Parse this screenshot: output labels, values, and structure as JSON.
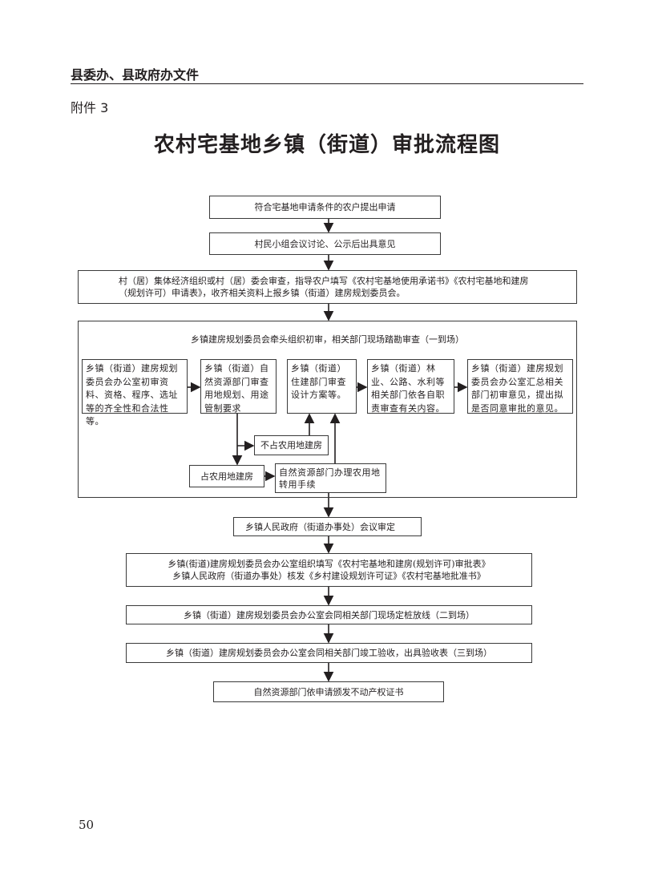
{
  "header": {
    "text": "县委办、县政府办文件"
  },
  "attachment_label": "附件 3",
  "title": "农村宅基地乡镇（街道）审批流程图",
  "flow": {
    "step1": "符合宅基地申请条件的农户提出申请",
    "step2": "村民小组会议讨论、公示后出具意见",
    "step3": "村（居）集体经济组织或村（居）委会审查，指导农户填写《农村宅基地使用承诺书》《农村宅基地和建房（规划许可）申请表》，收齐相关资料上报乡镇（街道）建房规划委员会。",
    "review_group": {
      "title": "乡镇建房规划委员会牵头组织初审，相关部门现场踏勘审查（一到场）",
      "boxes": [
        "乡镇（街道）建房规划委员会办公室初审资料、资格、程序、选址等的齐全性和合法性等。",
        "乡镇（街道）自然资源部门审查用地规划、用途管制要求",
        "乡镇（街道）住建部门审查设计方案等。",
        "乡镇（街道）林业、公路、水利等相关部门依各自职责审查有关内容。",
        "乡镇（街道）建房规划委员会办公室汇总相关部门初审意见，提出拟是否同意审批的意见。"
      ],
      "no_farmland": "不占农用地建房",
      "farmland": "占农用地建房",
      "conversion": "自然资源部门办理农用地转用手续"
    },
    "step5": "乡镇人民政府（街道办事处）会议审定",
    "step6_line1": "乡镇(街道)建房规划委员会办公室组织填写《农村宅基地和建房(规划许可)审批表》",
    "step6_line2": "乡镇人民政府（街道办事处）核发《乡村建设规划许可证》《农村宅基地批准书》",
    "step7": "乡镇（街道）建房规划委员会办公室会同相关部门现场定桩放线（二到场）",
    "step8": "乡镇（街道）建房规划委员会办公室会同相关部门竣工验收，出具验收表（三到场）",
    "step9": "自然资源部门依申请颁发不动产权证书"
  },
  "page_number": "50"
}
